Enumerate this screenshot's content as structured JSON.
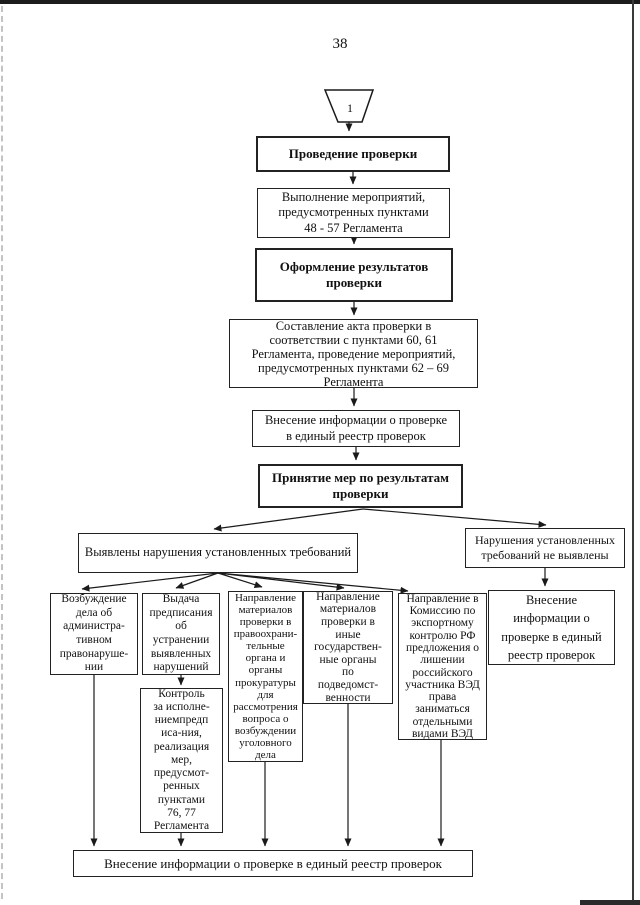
{
  "page_number": "38",
  "offpage_connector": {
    "label": "1"
  },
  "flow": {
    "conduct_inspection": "Проведение проверки",
    "activities_48_57": "Выполнение мероприятий,\nпредусмотренных пунктами\n48 - 57 Регламента",
    "formalize_results": "Оформление результатов\nпроверки",
    "inspection_act": "Составление акта проверки в\nсоответствии с пунктами 60, 61\nРегламента, проведение мероприятий,\nпредусмотренных пунктами 62 – 69\nРегламента",
    "register_entry_top": "Внесение информации о проверке\nв единый реестр проверок",
    "take_measures": "Принятие мер по результатам\nпроверки",
    "violations_found": "Выявлены нарушения установленных требований",
    "no_violations": "Нарушения установленных\nтребований не выявлены",
    "administrative_case": "Возбуждение\nдела об\nадминистра-\nтивном\nправонаруше-\nнии",
    "issue_order": "Выдача\nпредписания\nоб\nустранении\nвыявленных\nнарушений",
    "control_execution": "Контроль\nза исполне-\nниемпредп\nиса-ния,\nреализация\nмер,\nпредусмот-\nренных\nпунктами\n76, 77\nРегламента",
    "materials_law_enforcement": "Направление\nматериалов\nпроверки в\nправоохрани-\nтельные\nоргана и\nорганы\nпрокуратуры\nдля\nрассмотрения\nвопроса о\nвозбуждении\nуголовного\nдела",
    "materials_other_agencies": "Направление\nматериалов\nпроверки в\nиные\nгосударствен-\nные органы\nпо\nподведомст-\nвенности",
    "export_commission": "Направление в\nКомиссию по\nэкспортному\nконтролю РФ\nпредложения о\nлишении\nроссийского\nучастника ВЭД\nправа\nзаниматься\nотдельными\nвидами ВЭД",
    "register_entry_right": "Внесение\nинформации о\nпроверке в единый\nреестр проверок",
    "register_entry_bottom": "Внесение информации о проверке в единый реестр проверок"
  }
}
